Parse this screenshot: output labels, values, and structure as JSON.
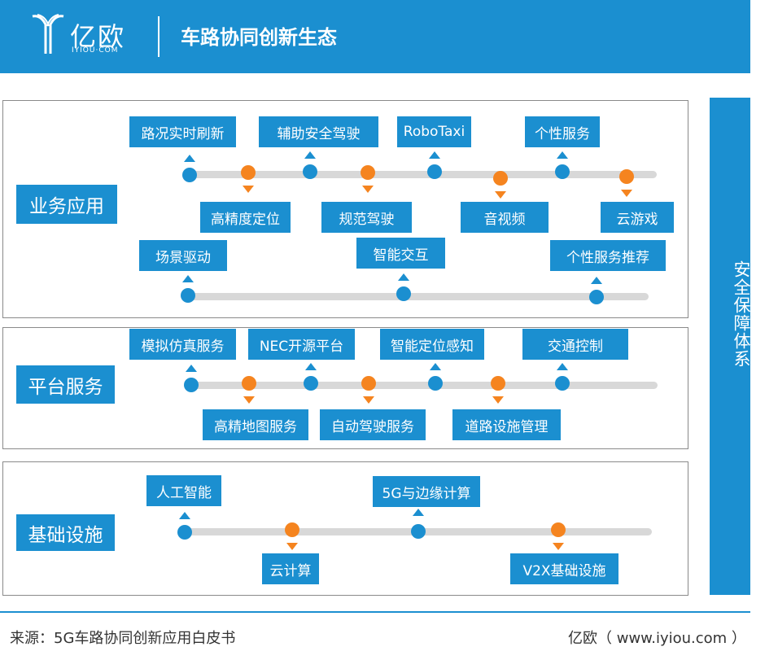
{
  "header": {
    "logo_text": "亿欧",
    "logo_sub": "IYIOU·COM",
    "title": "车路协同创新生态"
  },
  "sidebar": {
    "label": "安全保障体系"
  },
  "sections": {
    "business": {
      "category": "业务应用",
      "row1_upper": [
        "路况实时刷新",
        "辅助安全驾驶",
        "RoboTaxi",
        "个性服务"
      ],
      "row1_lower": [
        "高精度定位",
        "规范驾驶",
        "音视频",
        "云游戏"
      ],
      "row2_upper": [
        "场景驱动",
        "智能交互",
        "个性服务推荐"
      ]
    },
    "platform": {
      "category": "平台服务",
      "upper": [
        "模拟仿真服务",
        "NEC开源平台",
        "智能定位感知",
        "交通控制"
      ],
      "lower": [
        "高精地图服务",
        "自动驾驶服务",
        "道路设施管理"
      ]
    },
    "infra": {
      "category": "基础设施",
      "upper": [
        "人工智能",
        "5G与边缘计算"
      ],
      "lower": [
        "云计算",
        "V2X基础设施"
      ]
    }
  },
  "colors": {
    "primary": "#1b8fd0",
    "accent": "#f5841f",
    "track": "#d8d8d8"
  },
  "footer": {
    "source": "来源：5G车路协同创新应用白皮书",
    "brand": "亿欧（ www.iyiou.com ）"
  }
}
